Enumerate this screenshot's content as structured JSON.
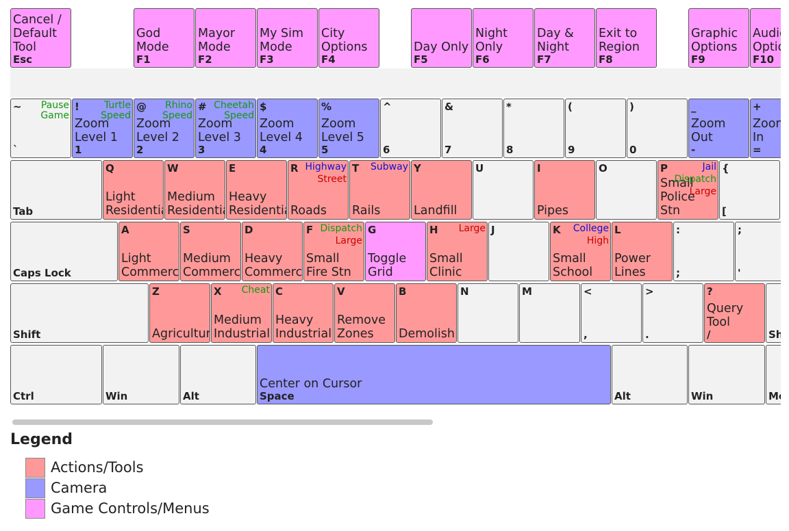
{
  "colors": {
    "action": "#ff9999",
    "camera": "#9999ff",
    "menu": "#ff99ff",
    "neutral": "#f2f2f2",
    "annotation_green": "#119911",
    "annotation_red": "#cc0000",
    "annotation_blue": "#1111cc"
  },
  "keys": [
    {
      "id": "esc",
      "cat": "menu",
      "label": "Cancel /\nDefault\nTool",
      "bottom": "Esc"
    },
    {
      "id": "f1",
      "cat": "menu",
      "label": "God\nMode",
      "bottom": "F1"
    },
    {
      "id": "f2",
      "cat": "menu",
      "label": "Mayor\nMode",
      "bottom": "F2"
    },
    {
      "id": "f3",
      "cat": "menu",
      "label": "My Sim\nMode",
      "bottom": "F3"
    },
    {
      "id": "f4",
      "cat": "menu",
      "label": "City\nOptions",
      "bottom": "F4"
    },
    {
      "id": "f5",
      "cat": "menu",
      "label": "Day Only",
      "bottom": "F5"
    },
    {
      "id": "f6",
      "cat": "menu",
      "label": "Night\nOnly",
      "bottom": "F6"
    },
    {
      "id": "f7",
      "cat": "menu",
      "label": "Day &\nNight",
      "bottom": "F7"
    },
    {
      "id": "f8",
      "cat": "menu",
      "label": "Exit to\nRegion",
      "bottom": "F8"
    },
    {
      "id": "f9",
      "cat": "menu",
      "label": "Graphic\nOptions",
      "bottom": "F9"
    },
    {
      "id": "f10",
      "cat": "menu",
      "label": "Audio\nOptions",
      "bottom": "F10"
    },
    {
      "id": "backtick",
      "cat": "none",
      "cap": "~",
      "bottom": "`",
      "ann": [
        {
          "text": "Pause\nGame",
          "color": "green"
        }
      ]
    },
    {
      "id": "1",
      "cat": "camera",
      "cap": "!",
      "label": "Zoom\nLevel 1",
      "bottom": "1",
      "ann": [
        {
          "text": "Turtle\nSpeed",
          "color": "green"
        }
      ]
    },
    {
      "id": "2",
      "cat": "camera",
      "cap": "@",
      "label": "Zoom\nLevel 2",
      "bottom": "2",
      "ann": [
        {
          "text": "Rhino\nSpeed",
          "color": "green"
        }
      ]
    },
    {
      "id": "3",
      "cat": "camera",
      "cap": "#",
      "label": "Zoom\nLevel 3",
      "bottom": "3",
      "ann": [
        {
          "text": "Cheetah\nSpeed",
          "color": "green"
        }
      ]
    },
    {
      "id": "4",
      "cat": "camera",
      "cap": "$",
      "label": "Zoom\nLevel 4",
      "bottom": "4"
    },
    {
      "id": "5",
      "cat": "camera",
      "cap": "%",
      "label": "Zoom\nLevel 5",
      "bottom": "5"
    },
    {
      "id": "6",
      "cat": "none",
      "cap": "^",
      "bottom": "6"
    },
    {
      "id": "7",
      "cat": "none",
      "cap": "&",
      "bottom": "7"
    },
    {
      "id": "8",
      "cat": "none",
      "cap": "*",
      "bottom": "8"
    },
    {
      "id": "9",
      "cat": "none",
      "cap": "(",
      "bottom": "9"
    },
    {
      "id": "0",
      "cat": "none",
      "cap": ")",
      "bottom": "0"
    },
    {
      "id": "minus",
      "cat": "camera",
      "cap": "_",
      "label": "Zoom\nOut",
      "bottom": "-"
    },
    {
      "id": "equals",
      "cat": "camera",
      "cap": "+",
      "label": "Zoom\nIn",
      "bottom": "="
    },
    {
      "id": "tab",
      "cat": "none",
      "bottom": "Tab"
    },
    {
      "id": "q",
      "cat": "action",
      "cap": "Q",
      "label": "Light\nResidential"
    },
    {
      "id": "w",
      "cat": "action",
      "cap": "W",
      "label": "Medium\nResidential"
    },
    {
      "id": "e",
      "cat": "action",
      "cap": "E",
      "label": "Heavy\nResidential"
    },
    {
      "id": "r",
      "cat": "action",
      "cap": "R",
      "label": "Roads",
      "ann": [
        {
          "text": "Highway",
          "color": "blue"
        },
        {
          "text": "Street",
          "color": "red"
        }
      ]
    },
    {
      "id": "t",
      "cat": "action",
      "cap": "T",
      "label": "Rails",
      "ann": [
        {
          "text": "Subway",
          "color": "blue"
        }
      ]
    },
    {
      "id": "y",
      "cat": "action",
      "cap": "Y",
      "label": "Landfill"
    },
    {
      "id": "u",
      "cat": "none",
      "cap": "U"
    },
    {
      "id": "i",
      "cat": "action",
      "cap": "I",
      "label": "Pipes"
    },
    {
      "id": "o",
      "cat": "none",
      "cap": "O"
    },
    {
      "id": "p",
      "cat": "action",
      "cap": "P",
      "label": "Small\nPolice\nStn",
      "ann": [
        {
          "text": "Jail",
          "color": "blue"
        },
        {
          "text": "Dispatch",
          "color": "green"
        },
        {
          "text": "Large",
          "color": "red"
        }
      ]
    },
    {
      "id": "bracket",
      "cat": "none",
      "cap": "{",
      "bottom": "["
    },
    {
      "id": "caps",
      "cat": "none",
      "bottom": "Caps Lock"
    },
    {
      "id": "a",
      "cat": "action",
      "cap": "A",
      "label": "Light\nCommercial"
    },
    {
      "id": "s",
      "cat": "action",
      "cap": "S",
      "label": "Medium\nCommercial"
    },
    {
      "id": "d",
      "cat": "action",
      "cap": "D",
      "label": "Heavy\nCommercial"
    },
    {
      "id": "f",
      "cat": "action",
      "cap": "F",
      "label": "Small\nFire Stn",
      "ann": [
        {
          "text": "Dispatch",
          "color": "green"
        },
        {
          "text": "Large",
          "color": "red"
        }
      ]
    },
    {
      "id": "g",
      "cat": "menu",
      "cap": "G",
      "label": "Toggle\nGrid"
    },
    {
      "id": "h",
      "cat": "action",
      "cap": "H",
      "label": "Small\nClinic",
      "ann": [
        {
          "text": "Large",
          "color": "red"
        }
      ]
    },
    {
      "id": "j",
      "cat": "none",
      "cap": "J"
    },
    {
      "id": "k",
      "cat": "action",
      "cap": "K",
      "label": "Small\nSchool",
      "ann": [
        {
          "text": "College",
          "color": "blue"
        },
        {
          "text": "High",
          "color": "red"
        }
      ]
    },
    {
      "id": "l",
      "cat": "action",
      "cap": "L",
      "label": "Power\nLines"
    },
    {
      "id": "semicolon",
      "cat": "none",
      "cap": ":",
      "bottom": ";"
    },
    {
      "id": "quote",
      "cat": "none",
      "cap": ";",
      "bottom": "'"
    },
    {
      "id": "shift-left",
      "cat": "none",
      "bottom": "Shift"
    },
    {
      "id": "z",
      "cat": "action",
      "cap": "Z",
      "label": "Agricultural"
    },
    {
      "id": "x",
      "cat": "action",
      "cap": "X",
      "label": "Medium\nIndustrial",
      "ann": [
        {
          "text": "Cheat",
          "color": "green"
        }
      ]
    },
    {
      "id": "c",
      "cat": "action",
      "cap": "C",
      "label": "Heavy\nIndustrial"
    },
    {
      "id": "v",
      "cat": "action",
      "cap": "V",
      "label": "Remove\nZones"
    },
    {
      "id": "b",
      "cat": "action",
      "cap": "B",
      "label": "Demolish"
    },
    {
      "id": "n",
      "cat": "none",
      "cap": "N"
    },
    {
      "id": "m",
      "cat": "none",
      "cap": "M"
    },
    {
      "id": "comma",
      "cat": "none",
      "cap": "<",
      "bottom": ","
    },
    {
      "id": "period",
      "cat": "none",
      "cap": ">",
      "bottom": "."
    },
    {
      "id": "slash",
      "cat": "action",
      "cap": "?",
      "label": "Query\nTool",
      "bottom": "/"
    },
    {
      "id": "shift-right",
      "cat": "none",
      "bottom": "Shift"
    },
    {
      "id": "ctrl-left",
      "cat": "none",
      "bottom": "Ctrl"
    },
    {
      "id": "win-left",
      "cat": "none",
      "bottom": "Win"
    },
    {
      "id": "alt-left",
      "cat": "none",
      "bottom": "Alt"
    },
    {
      "id": "space",
      "cat": "camera",
      "label": "Center on Cursor",
      "bottom": "Space"
    },
    {
      "id": "alt-right",
      "cat": "none",
      "bottom": "Alt"
    },
    {
      "id": "win-right",
      "cat": "none",
      "bottom": "Win"
    },
    {
      "id": "menu-right",
      "cat": "none",
      "bottom": "Menu"
    }
  ],
  "legend": {
    "title": "Legend",
    "items": [
      {
        "label": "Actions/Tools",
        "color": "#ff9999"
      },
      {
        "label": "Camera",
        "color": "#9999ff"
      },
      {
        "label": "Game Controls/Menus",
        "color": "#ff99ff"
      }
    ]
  }
}
